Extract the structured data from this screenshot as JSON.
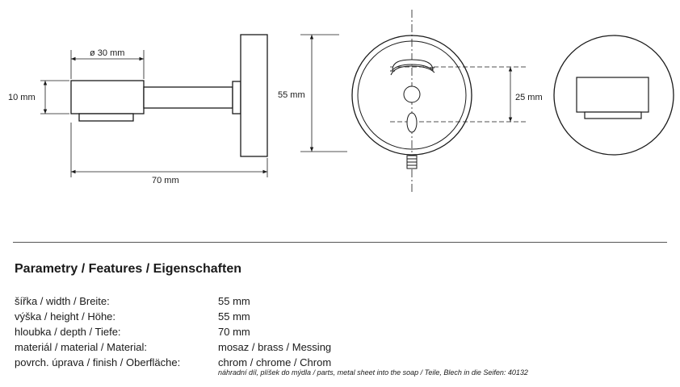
{
  "drawing": {
    "dim_diameter": "ø 30 mm",
    "dim_height_side": "10 mm",
    "dim_depth": "70 mm",
    "dim_total_height": "55 mm",
    "dim_hole_spacing": "25 mm"
  },
  "features": {
    "title": "Parametry / Features / Eigenschaften",
    "rows": [
      {
        "label": "šířka / width / Breite:",
        "value": "55 mm"
      },
      {
        "label": "výška / height / Höhe:",
        "value": "55 mm"
      },
      {
        "label": "hloubka / depth / Tiefe:",
        "value": "70 mm"
      },
      {
        "label": "materiál / material / Material:",
        "value": "mosaz / brass  / Messing"
      },
      {
        "label": "povrch. úprava / finish / Oberfläche:",
        "value": "chrom / chrome / Chrom"
      }
    ],
    "spare_note": "náhradní díl, plíšek do mýdla / parts, metal sheet into the soap / Teile, Blech in die Seifen: 40132"
  }
}
